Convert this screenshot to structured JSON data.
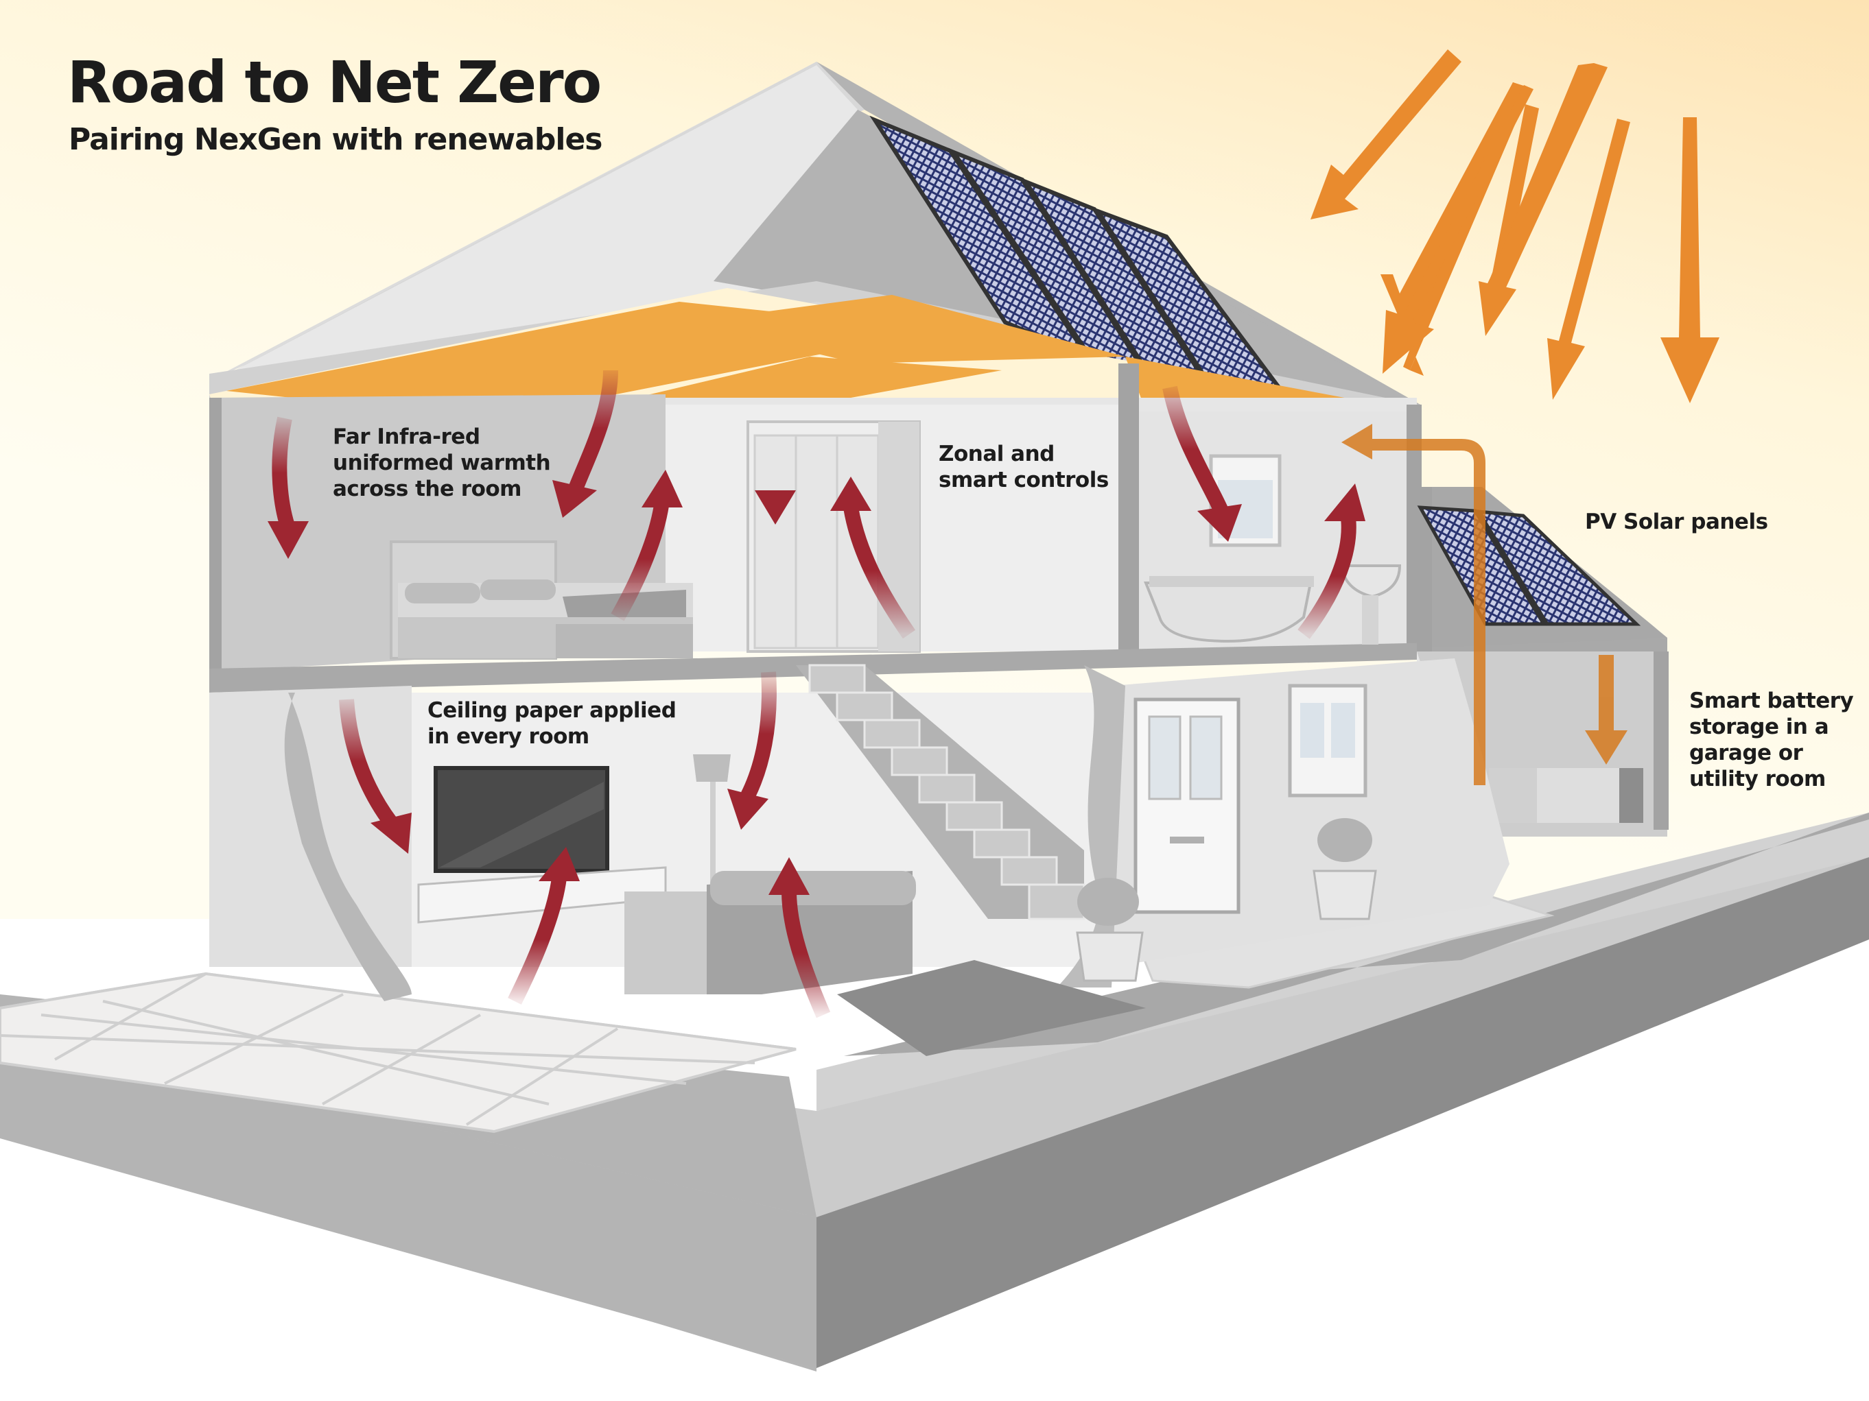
{
  "header": {
    "title": "Road to Net Zero",
    "subtitle": "Pairing NexGen with renewables"
  },
  "callouts": {
    "far_infrared": "Far Infra-red\nuniformed warmth\nacross the room",
    "zonal_controls": "Zonal and\nsmart controls",
    "pv_solar": "PV Solar panels",
    "battery_storage": "Smart battery\nstorage in a\ngarage or\nutility room",
    "ceiling_paper": "Ceiling paper applied\nin every room"
  },
  "colors": {
    "sky_top": "#fde3b3",
    "sky_bottom": "#fffbeb",
    "sun_arrow": "#e98b2e",
    "heat_arrow": "#9e2631",
    "ceiling_panel": "#f0a844",
    "solar_panel": "#1b2050",
    "wall_light": "#e4e4e4",
    "wall_mid": "#c9c9c9",
    "wall_dark": "#a3a3a3",
    "text": "#1c1c1c"
  },
  "icons": {
    "sun_rays": "sun-ray-arrows",
    "heat_flow": "heat-flow-arrows",
    "energy_flow": "energy-flow-arrow"
  }
}
